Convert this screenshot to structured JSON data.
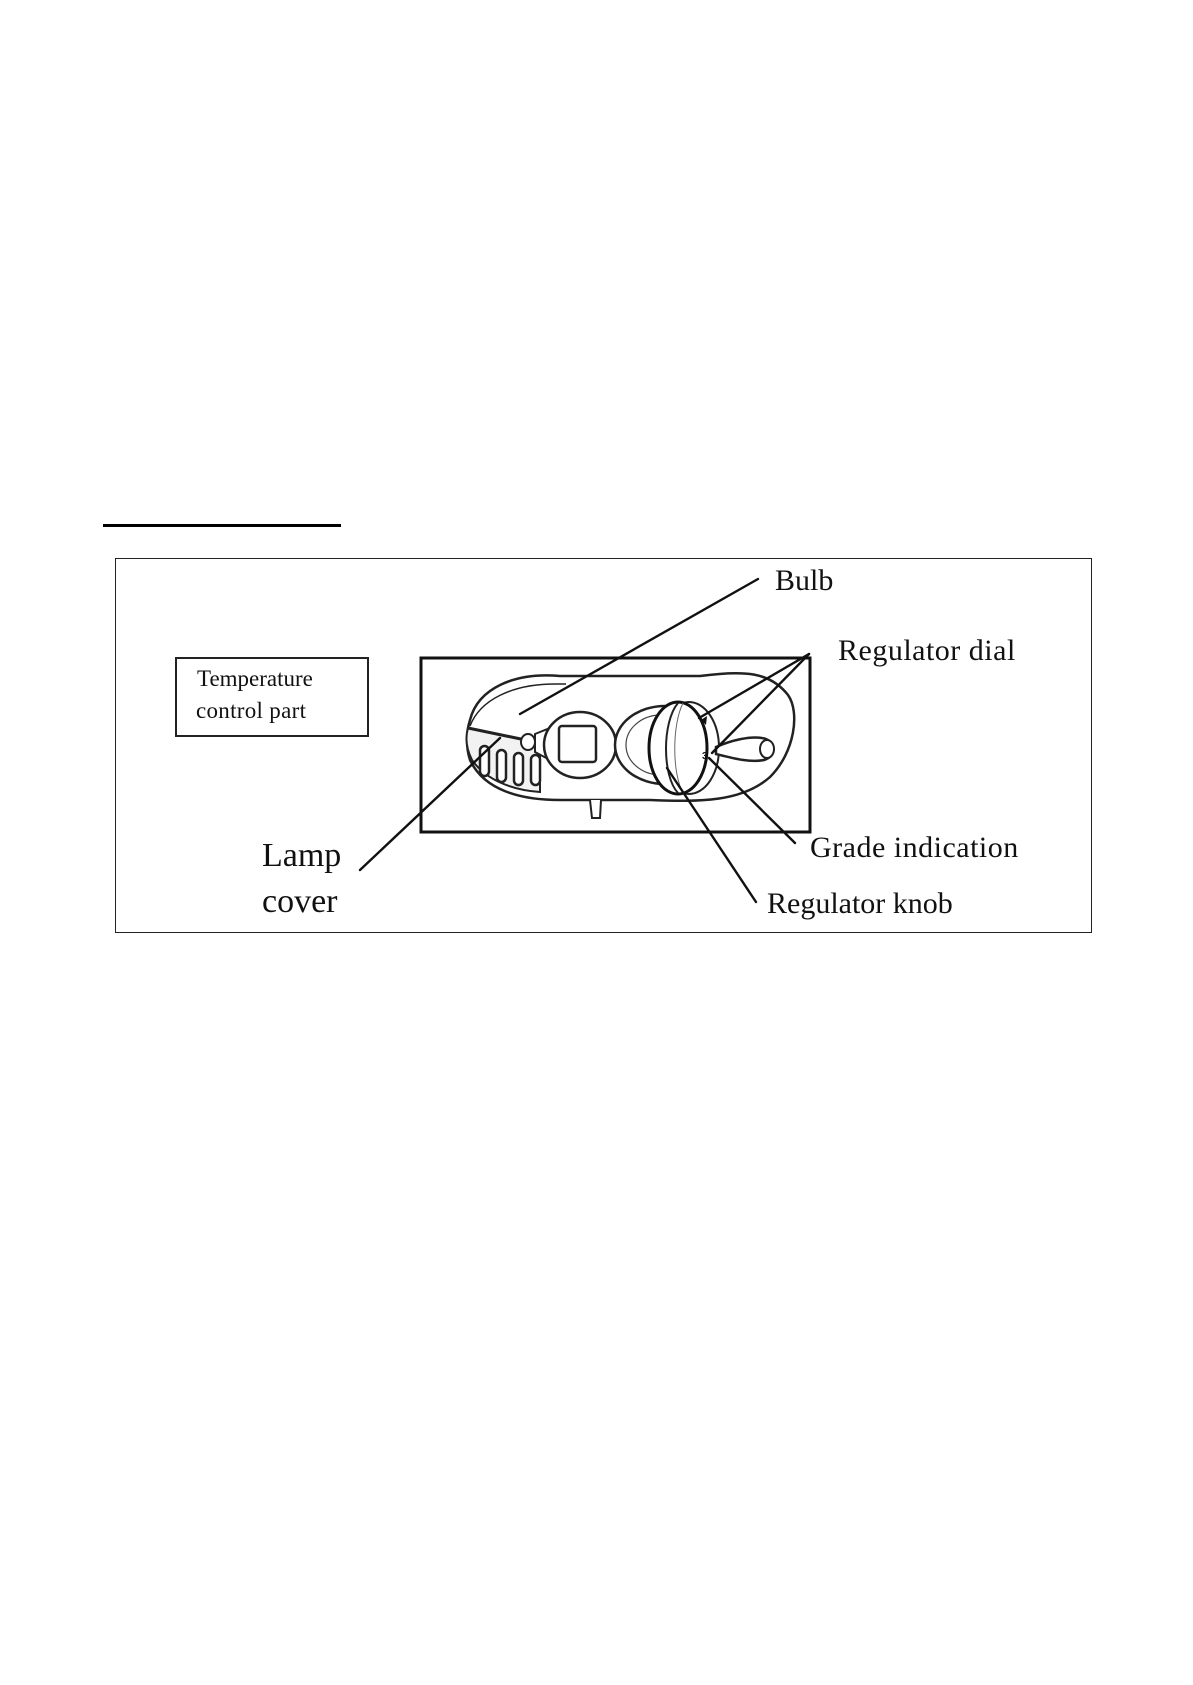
{
  "labels": {
    "bulb": "Bulb",
    "regulator_dial": "Regulator  dial",
    "grade_indication": "Grade  indication",
    "regulator_knob": "Regulator knob",
    "lamp_cover_line1": "Lamp",
    "lamp_cover_line2": "cover",
    "temperature_control_line1": "Temperature",
    "temperature_control_line2": "control  part",
    "dial_mark": "3"
  }
}
